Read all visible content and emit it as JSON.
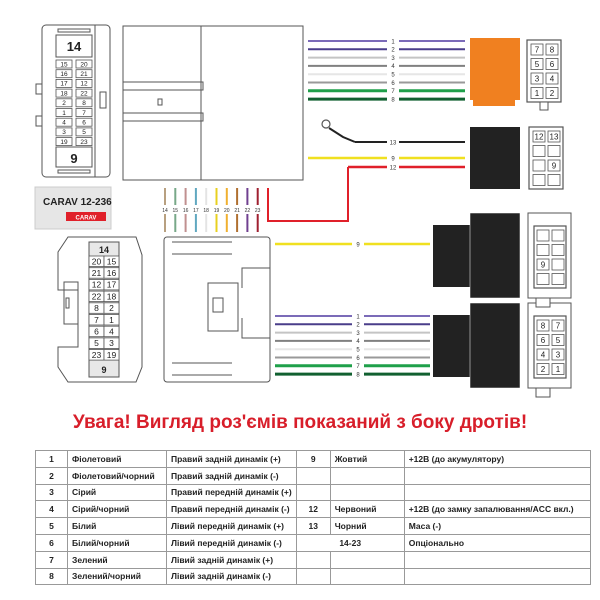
{
  "brand_label": {
    "model": "CARAV 12-236",
    "logo": "CARAV"
  },
  "connector_a_pins": {
    "top": "14",
    "bottom": "9",
    "rows": [
      [
        "15",
        "20"
      ],
      [
        "16",
        "21"
      ],
      [
        "17",
        "12"
      ],
      [
        "18",
        "22"
      ],
      [
        "2",
        "8"
      ],
      [
        "1",
        "7"
      ],
      [
        "4",
        "6"
      ],
      [
        "3",
        "5"
      ],
      [
        "19",
        "23"
      ]
    ]
  },
  "connector_b_pins": {
    "top": "14",
    "bottom": "9",
    "rows": [
      [
        "20",
        "15"
      ],
      [
        "21",
        "16"
      ],
      [
        "12",
        "17"
      ],
      [
        "22",
        "18"
      ],
      [
        "8",
        "2"
      ],
      [
        "7",
        "1"
      ],
      [
        "6",
        "4"
      ],
      [
        "5",
        "3"
      ],
      [
        "23",
        "19"
      ]
    ]
  },
  "stubs": [
    {
      "n": "14",
      "color": "#b8a080"
    },
    {
      "n": "15",
      "color": "#78a888"
    },
    {
      "n": "16",
      "color": "#c09090"
    },
    {
      "n": "17",
      "color": "#60a8c0"
    },
    {
      "n": "18",
      "color": "#e4e4e4"
    },
    {
      "n": "19",
      "color": "#e8d020"
    },
    {
      "n": "20",
      "color": "#f0b030"
    },
    {
      "n": "21",
      "color": "#b07030"
    },
    {
      "n": "22",
      "color": "#704090"
    },
    {
      "n": "23",
      "color": "#a02030"
    }
  ],
  "speaker_wires": [
    {
      "n": "1",
      "color": "#7b6bb8"
    },
    {
      "n": "2",
      "color": "#4a3e8a"
    },
    {
      "n": "3",
      "color": "#c4c4c4"
    },
    {
      "n": "4",
      "color": "#808080"
    },
    {
      "n": "5",
      "color": "#e6e6e6"
    },
    {
      "n": "6",
      "color": "#999999"
    },
    {
      "n": "7",
      "color": "#1fa04a"
    },
    {
      "n": "8",
      "color": "#116030"
    }
  ],
  "power_wires": {
    "ground": {
      "n": "13",
      "color": "#222222"
    },
    "battery": {
      "n": "9",
      "color": "#f0e020"
    },
    "acc": {
      "n": "12",
      "color": "#e0202a"
    }
  },
  "orange_pins": [
    [
      "7",
      "8"
    ],
    [
      "5",
      "6"
    ],
    [
      "3",
      "4"
    ],
    [
      "1",
      "2"
    ]
  ],
  "black_pins": [
    [
      "12",
      "13"
    ],
    [
      "",
      ""
    ],
    [
      "",
      "9"
    ],
    [
      "",
      ""
    ]
  ],
  "iso_power_pins": [
    [
      "",
      ""
    ],
    [
      "",
      ""
    ],
    [
      "9",
      ""
    ],
    [
      "",
      ""
    ]
  ],
  "iso_speaker_pins": [
    [
      "8",
      "7"
    ],
    [
      "6",
      "5"
    ],
    [
      "4",
      "3"
    ],
    [
      "2",
      "1"
    ]
  ],
  "colors": {
    "orange": "#f08020",
    "black": "#222222",
    "warning": "#d81e2a"
  },
  "warning": "Увага! Вигляд роз'ємів показаний з боку дротів!",
  "table": [
    [
      "1",
      "Фіолетовий",
      "Правий задній динамік (+)",
      "9",
      "Жовтий",
      "+12В (до акумулятору)"
    ],
    [
      "2",
      "Фіолетовий/чорний",
      "Правий задній динамік (-)",
      "",
      "",
      ""
    ],
    [
      "3",
      "Сірий",
      "Правий передній динамік (+)",
      "",
      "",
      ""
    ],
    [
      "4",
      "Сірий/чорний",
      "Правий передній динамік (-)",
      "12",
      "Червоний",
      "+12В (до замку запалювання/ACC вкл.)"
    ],
    [
      "5",
      "Білий",
      "Лівий передній динамік (+)",
      "13",
      "Чорний",
      "Маса (-)"
    ],
    [
      "6",
      "Білий/чорний",
      "Лівий передній динамік (-)",
      "14-23",
      "",
      "Опціонально"
    ],
    [
      "7",
      "Зелений",
      "Лівий задній динамік (+)",
      "",
      "",
      ""
    ],
    [
      "8",
      "Зелений/чорний",
      "Лівий задній динамік (-)",
      "",
      "",
      ""
    ]
  ]
}
